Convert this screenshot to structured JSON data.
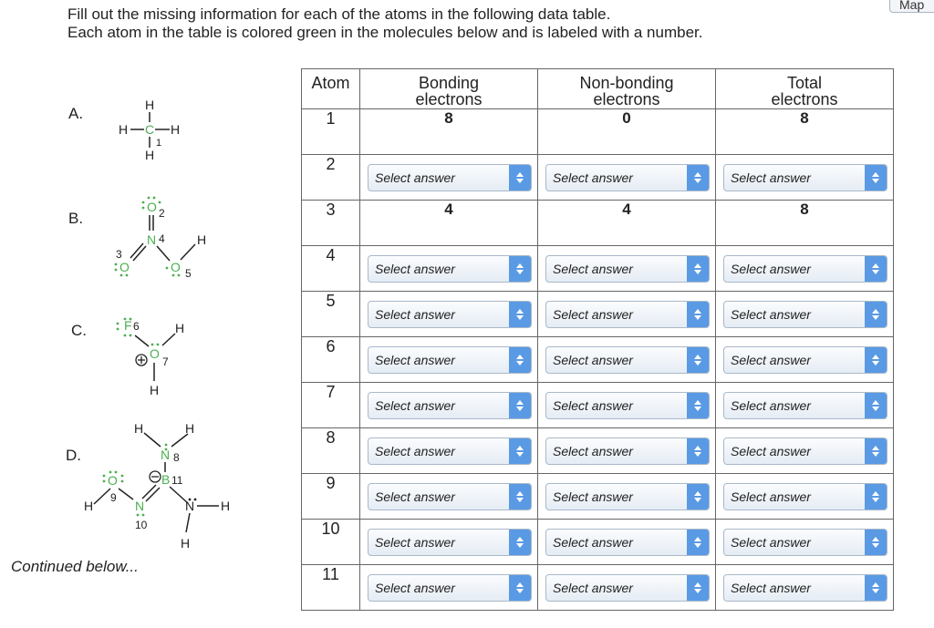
{
  "instructions": {
    "line1": "Fill out the missing information for each of the atoms in the following data table.",
    "line2": "Each atom in the table is colored green in the molecules below and is labeled with a number."
  },
  "map_button": "Map",
  "molecules": {
    "letters": [
      "A.",
      "B.",
      "C.",
      "D."
    ],
    "continued": "Continued below...",
    "element_color": "#4caf50"
  },
  "table": {
    "headers": {
      "atom": "Atom",
      "bonding_1": "Bonding",
      "bonding_2": "electrons",
      "nonbonding_1": "Non-bonding",
      "nonbonding_2": "electrons",
      "total_1": "Total",
      "total_2": "electrons"
    },
    "select_placeholder": "Select answer",
    "rows": [
      {
        "atom": "1",
        "bonding": "8",
        "nonbonding": "0",
        "total": "8"
      },
      {
        "atom": "2",
        "bonding": "Select answer",
        "nonbonding": "Select answer",
        "total": "Select answer"
      },
      {
        "atom": "3",
        "bonding": "4",
        "nonbonding": "4",
        "total": "8"
      },
      {
        "atom": "4",
        "bonding": "Select answer",
        "nonbonding": "Select answer",
        "total": "Select answer"
      },
      {
        "atom": "5",
        "bonding": "Select answer",
        "nonbonding": "Select answer",
        "total": "Select answer"
      },
      {
        "atom": "6",
        "bonding": "Select answer",
        "nonbonding": "Select answer",
        "total": "Select answer"
      },
      {
        "atom": "7",
        "bonding": "Select answer",
        "nonbonding": "Select answer",
        "total": "Select answer"
      },
      {
        "atom": "8",
        "bonding": "Select answer",
        "nonbonding": "Select answer",
        "total": "Select answer"
      },
      {
        "atom": "9",
        "bonding": "Select answer",
        "nonbonding": "Select answer",
        "total": "Select answer"
      },
      {
        "atom": "10",
        "bonding": "Select answer",
        "nonbonding": "Select answer",
        "total": "Select answer"
      },
      {
        "atom": "11",
        "bonding": "Select answer",
        "nonbonding": "Select answer",
        "total": "Select answer"
      }
    ]
  }
}
